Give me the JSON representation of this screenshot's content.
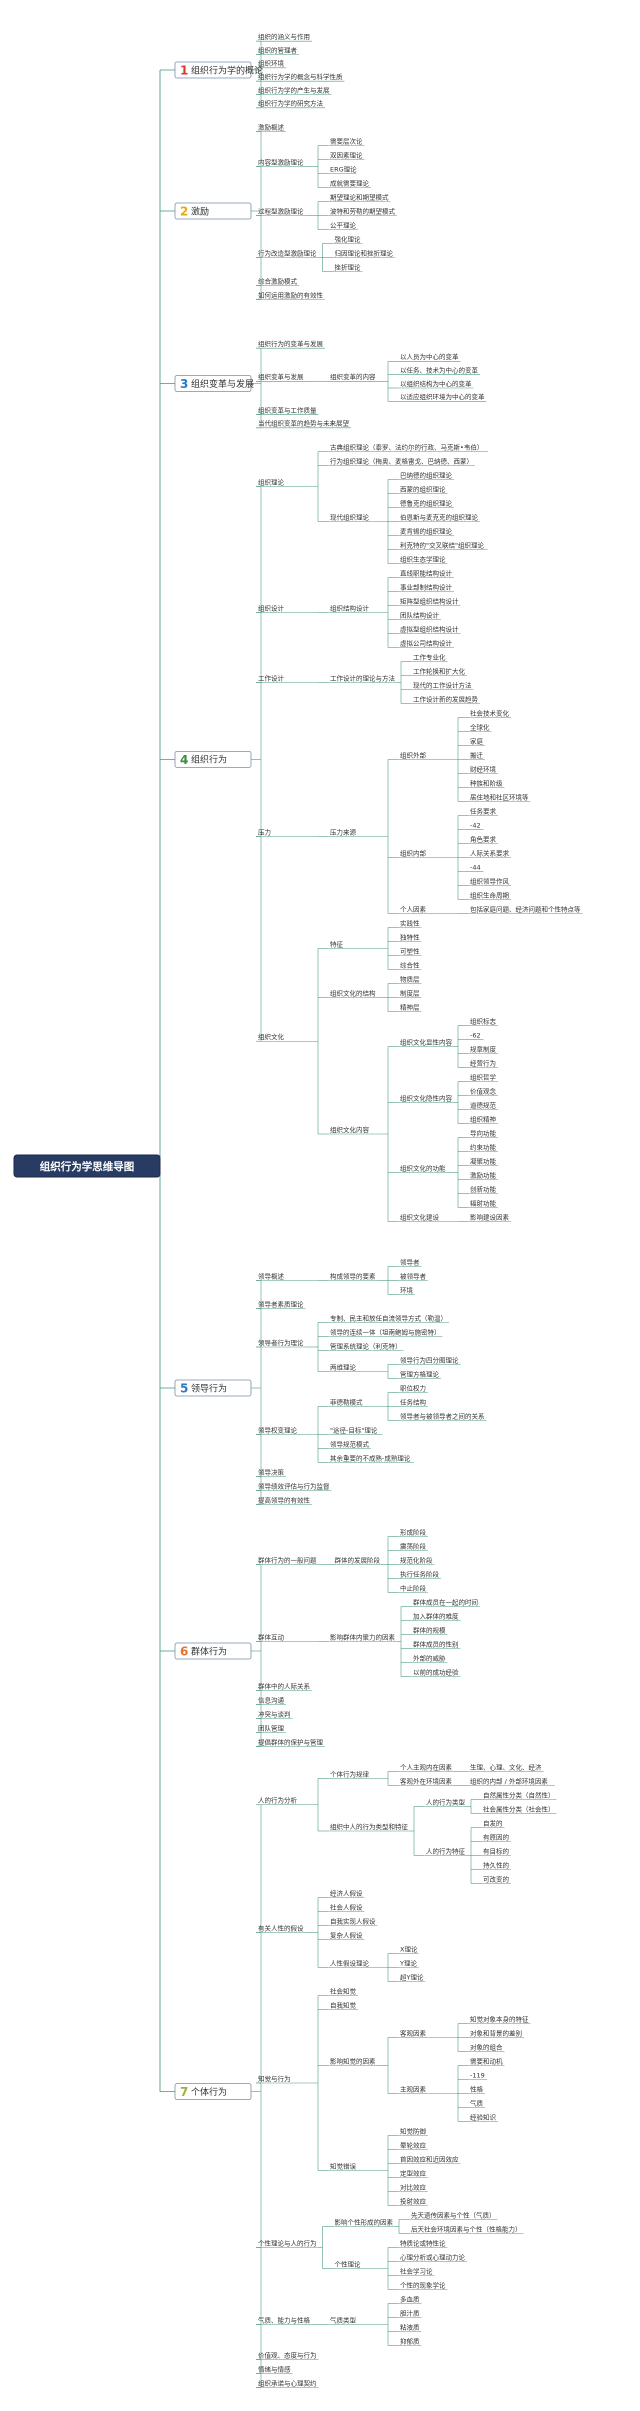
{
  "root": {
    "label": "组织行为学思维导图"
  },
  "colors": {
    "line": "#4e9a83",
    "root_bg": "#283b63",
    "root_border": "#1a2a4e",
    "num_red": "#d43a2f",
    "num_yellow": "#e6a817",
    "num_blue": "#2c7bbf",
    "num_green": "#3a8d3a",
    "num_orange": "#e2712b",
    "num_lime": "#96b72e"
  },
  "sections": [
    {
      "num": "1",
      "label": "组织行为学的概论",
      "color_key": "num_red",
      "children": [
        {
          "label": "组织的涵义与作用"
        },
        {
          "label": "组织的管理者"
        },
        {
          "label": "组织环境"
        },
        {
          "label": "组织行为学的概念与科学性质"
        },
        {
          "label": "组织行为学的产生与发展"
        },
        {
          "label": "组织行为学的研究方法"
        }
      ]
    },
    {
      "num": "2",
      "label": "激励",
      "color_key": "num_yellow",
      "children": [
        {
          "label": "激励概述"
        },
        {
          "label": "内容型激励理论",
          "children": [
            {
              "label": "需要层次论"
            },
            {
              "label": "双因素理论"
            },
            {
              "label": "ERG理论"
            },
            {
              "label": "成就需要理论"
            }
          ]
        },
        {
          "label": "过程型激励理论",
          "children": [
            {
              "label": "期望理论和期望模式"
            },
            {
              "label": "波特和劳勒的期望模式"
            },
            {
              "label": "公平理论"
            }
          ]
        },
        {
          "label": "行为改造型激励理论",
          "children": [
            {
              "label": "强化理论"
            },
            {
              "label": "归因理论和挫折理论"
            },
            {
              "label": "挫折理论"
            }
          ]
        },
        {
          "label": "综合激励模式"
        },
        {
          "label": "如何运用激励的有效性"
        }
      ]
    },
    {
      "num": "3",
      "label": "组织变革与发展",
      "color_key": "num_blue",
      "children": [
        {
          "label": "组织行为的变革与发展"
        },
        {
          "label": "组织变革与发展",
          "children": [
            {
              "label": "组织变革的内容",
              "children": [
                {
                  "label": "以人员为中心的变革"
                },
                {
                  "label": "以任务、技术为中心的变革"
                },
                {
                  "label": "以组织结构为中心的变革"
                },
                {
                  "label": "以适应组织环境为中心的变革"
                }
              ]
            }
          ]
        },
        {
          "label": "组织变革与工作质量"
        },
        {
          "label": "当代组织变革的趋势与未来展望"
        }
      ]
    },
    {
      "num": "4",
      "label": "组织行为",
      "color_key": "num_green",
      "children": [
        {
          "label": "组织理论",
          "children": [
            {
              "label": "古典组织理论（泰罗、法约尔的行政、马克斯•韦伯）"
            },
            {
              "label": "行为组织理论（梅奥、麦格雷戈、巴纳德、西蒙）"
            },
            {
              "label": "现代组织理论",
              "children": [
                {
                  "label": "巴纳德的组织理论"
                },
                {
                  "label": "西蒙的组织理论"
                },
                {
                  "label": "德鲁克的组织理论"
                },
                {
                  "label": "伯恩斯与麦克克的组织理论"
                },
                {
                  "label": "麦肯锡的组织理论"
                },
                {
                  "label": "利克特的\"交叉联结\"组织理论"
                },
                {
                  "label": "组织生态学理论"
                }
              ]
            }
          ]
        },
        {
          "label": "组织设计",
          "children": [
            {
              "label": "组织结构设计",
              "children": [
                {
                  "label": "直线职能结构设计"
                },
                {
                  "label": "事业部制结构设计"
                },
                {
                  "label": "矩阵型组织结构设计"
                },
                {
                  "label": "团队结构设计"
                },
                {
                  "label": "虚拟型组织结构设计"
                },
                {
                  "label": "虚拟公司结构设计"
                }
              ]
            }
          ]
        },
        {
          "label": "工作设计",
          "children": [
            {
              "label": "工作设计的理论与方法",
              "children": [
                {
                  "label": "工作专业化"
                },
                {
                  "label": "工作轮换和扩大化"
                },
                {
                  "label": "现代的工作设计方法"
                },
                {
                  "label": "工作设计新的发展趋势"
                }
              ]
            }
          ]
        },
        {
          "label": "压力",
          "children": [
            {
              "label": "压力来源",
              "children": [
                {
                  "label": "组织外部",
                  "children": [
                    {
                      "label": "社会技术变化"
                    },
                    {
                      "label": "全球化"
                    },
                    {
                      "label": "家庭"
                    },
                    {
                      "label": "搬迁"
                    },
                    {
                      "label": "财经环境"
                    },
                    {
                      "label": "种族和阶级"
                    },
                    {
                      "label": "居住地和社区环境等"
                    }
                  ]
                },
                {
                  "label": "组织内部",
                  "children": [
                    {
                      "label": "任务要求"
                    },
                    {
                      "label": "-42"
                    },
                    {
                      "label": "角色要求"
                    },
                    {
                      "label": "人际关系要求"
                    },
                    {
                      "label": "-44"
                    },
                    {
                      "label": "组织领导作风"
                    },
                    {
                      "label": "组织生命周期"
                    }
                  ]
                },
                {
                  "label": "个人因素",
                  "children": [
                    {
                      "label": "包括家庭问题、经济问题和个性特点等"
                    }
                  ]
                }
              ]
            }
          ]
        },
        {
          "label": "组织文化",
          "children": [
            {
              "label": "特征",
              "children": [
                {
                  "label": "实践性"
                },
                {
                  "label": "独特性"
                },
                {
                  "label": "可塑性"
                },
                {
                  "label": "综合性"
                }
              ]
            },
            {
              "label": "组织文化的结构",
              "children": [
                {
                  "label": "物质层"
                },
                {
                  "label": "制度层"
                },
                {
                  "label": "精神层"
                }
              ]
            },
            {
              "label": "组织文化内容",
              "children": [
                {
                  "label": "组织文化显性内容",
                  "children": [
                    {
                      "label": "组织标志"
                    },
                    {
                      "label": "-62"
                    },
                    {
                      "label": "规章制度"
                    },
                    {
                      "label": "经营行为"
                    }
                  ]
                },
                {
                  "label": "组织文化隐性内容",
                  "children": [
                    {
                      "label": "组织哲学"
                    },
                    {
                      "label": "价值观念"
                    },
                    {
                      "label": "道德规范"
                    },
                    {
                      "label": "组织精神"
                    }
                  ]
                },
                {
                  "label": "组织文化的功能",
                  "children": [
                    {
                      "label": "导向功能"
                    },
                    {
                      "label": "约束功能"
                    },
                    {
                      "label": "凝聚功能"
                    },
                    {
                      "label": "激励功能"
                    },
                    {
                      "label": "创新功能"
                    },
                    {
                      "label": "辐射功能"
                    }
                  ]
                },
                {
                  "label": "组织文化建设",
                  "children": [
                    {
                      "label": "影响建设因素"
                    }
                  ]
                }
              ]
            }
          ]
        }
      ]
    },
    {
      "num": "5",
      "label": "领导行为",
      "color_key": "num_blue",
      "children": [
        {
          "label": "领导概述",
          "children": [
            {
              "label": "构成领导的要素",
              "children": [
                {
                  "label": "领导者"
                },
                {
                  "label": "被领导者"
                },
                {
                  "label": "环境"
                }
              ]
            }
          ]
        },
        {
          "label": "领导者素质理论"
        },
        {
          "label": "领导者行为理论",
          "children": [
            {
              "label": "专制、民主和放任自流领导方式（勒温）"
            },
            {
              "label": "领导的连续一体（坦南鲍姆与施密特）"
            },
            {
              "label": "管理系统理论（利克特）"
            },
            {
              "label": "两维理论",
              "children": [
                {
                  "label": "领导行为四分图理论"
                },
                {
                  "label": "管理方格理论"
                }
              ]
            }
          ]
        },
        {
          "label": "领导权变理论",
          "children": [
            {
              "label": "菲德勒模式",
              "children": [
                {
                  "label": "职位权力"
                },
                {
                  "label": "任务结构"
                },
                {
                  "label": "领导者与被领导者之间的关系"
                }
              ]
            },
            {
              "label": "\"途径-目标\"理论"
            },
            {
              "label": "领导规范模式"
            },
            {
              "label": "其余重要的不成熟-成熟理论"
            }
          ]
        },
        {
          "label": "领导决策"
        },
        {
          "label": "领导绩效评估与行为监督"
        },
        {
          "label": "提高领导的有效性"
        }
      ]
    },
    {
      "num": "6",
      "label": "群体行为",
      "color_key": "num_orange",
      "children": [
        {
          "label": "群体行为的一般问题",
          "children": [
            {
              "label": "群体的发展阶段",
              "children": [
                {
                  "label": "形成阶段"
                },
                {
                  "label": "震荡阶段"
                },
                {
                  "label": "规范化阶段"
                },
                {
                  "label": "执行任务阶段"
                },
                {
                  "label": "中止阶段"
                }
              ]
            }
          ]
        },
        {
          "label": "群体互动",
          "children": [
            {
              "label": "影响群体内聚力的因素",
              "children": [
                {
                  "label": "群体成员在一起的时间"
                },
                {
                  "label": "加入群体的难度"
                },
                {
                  "label": "群体的规模"
                },
                {
                  "label": "群体成员的性别"
                },
                {
                  "label": "外部的威胁"
                },
                {
                  "label": "以前的成功经验"
                }
              ]
            }
          ]
        },
        {
          "label": "群体中的人际关系"
        },
        {
          "label": "信息沟通"
        },
        {
          "label": "冲突与谈判"
        },
        {
          "label": "团队管理"
        },
        {
          "label": "提倡群体的保护与管理"
        }
      ]
    },
    {
      "num": "7",
      "label": "个体行为",
      "color_key": "num_lime",
      "children": [
        {
          "label": "人的行为分析",
          "children": [
            {
              "label": "个体行为规律",
              "children": [
                {
                  "label": "个人主观内在因素",
                  "children": [
                    {
                      "label": "生理、心理、文化、经济"
                    }
                  ]
                },
                {
                  "label": "客观外在环境因素",
                  "children": [
                    {
                      "label": "组织的内部 / 外部环境因素"
                    }
                  ]
                }
              ]
            },
            {
              "label": "组织中人的行为类型和特征",
              "children": [
                {
                  "label": "人的行为类型",
                  "children": [
                    {
                      "label": "自然属性分类（自然性）"
                    },
                    {
                      "label": "社会属性分类（社会性）"
                    }
                  ]
                },
                {
                  "label": "人的行为特征",
                  "children": [
                    {
                      "label": "自发的"
                    },
                    {
                      "label": "有原因的"
                    },
                    {
                      "label": "有目标的"
                    },
                    {
                      "label": "持久性的"
                    },
                    {
                      "label": "可改变的"
                    }
                  ]
                }
              ]
            }
          ]
        },
        {
          "label": "有关人性的假设",
          "children": [
            {
              "label": "经济人假设"
            },
            {
              "label": "社会人假设"
            },
            {
              "label": "自我实现人假设"
            },
            {
              "label": "复杂人假设"
            },
            {
              "label": "人性假设理论",
              "children": [
                {
                  "label": "X理论"
                },
                {
                  "label": "Y理论"
                },
                {
                  "label": "超Y理论"
                }
              ]
            }
          ]
        },
        {
          "label": "知觉与行为",
          "children": [
            {
              "label": "社会知觉"
            },
            {
              "label": "自我知觉"
            },
            {
              "label": "影响知觉的因素",
              "children": [
                {
                  "label": "客观因素",
                  "children": [
                    {
                      "label": "知觉对象本身的特征"
                    },
                    {
                      "label": "对象和背景的差别"
                    },
                    {
                      "label": "对象的组合"
                    }
                  ]
                },
                {
                  "label": "主观因素",
                  "children": [
                    {
                      "label": "需要和动机"
                    },
                    {
                      "label": "-119"
                    },
                    {
                      "label": "性格"
                    },
                    {
                      "label": "气质"
                    },
                    {
                      "label": "经验知识"
                    }
                  ]
                }
              ]
            },
            {
              "label": "知觉错误",
              "children": [
                {
                  "label": "知觉防御"
                },
                {
                  "label": "晕轮效应"
                },
                {
                  "label": "首因效应和近因效应"
                },
                {
                  "label": "定型效应"
                },
                {
                  "label": "对比效应"
                },
                {
                  "label": "投射效应"
                }
              ]
            }
          ]
        },
        {
          "label": "个性理论与人的行为",
          "children": [
            {
              "label": "影响个性形成的因素",
              "children": [
                {
                  "label": "先天遗传因素与个性（气质）"
                },
                {
                  "label": "后天社会环境因素与个性（性格能力）"
                }
              ]
            },
            {
              "label": "个性理论",
              "children": [
                {
                  "label": "特质论或特性论"
                },
                {
                  "label": "心理分析或心理动力论"
                },
                {
                  "label": "社会学习论"
                },
                {
                  "label": "个性的现象学论"
                }
              ]
            }
          ]
        },
        {
          "label": "气质、能力与性格",
          "children": [
            {
              "label": "气质类型",
              "children": [
                {
                  "label": "多血质"
                },
                {
                  "label": "胆汁质"
                },
                {
                  "label": "粘液质"
                },
                {
                  "label": "抑郁质"
                }
              ]
            }
          ]
        },
        {
          "label": "价值观、态度与行为"
        },
        {
          "label": "情绪与情感"
        },
        {
          "label": "组织承诺与心理契约"
        }
      ]
    }
  ]
}
